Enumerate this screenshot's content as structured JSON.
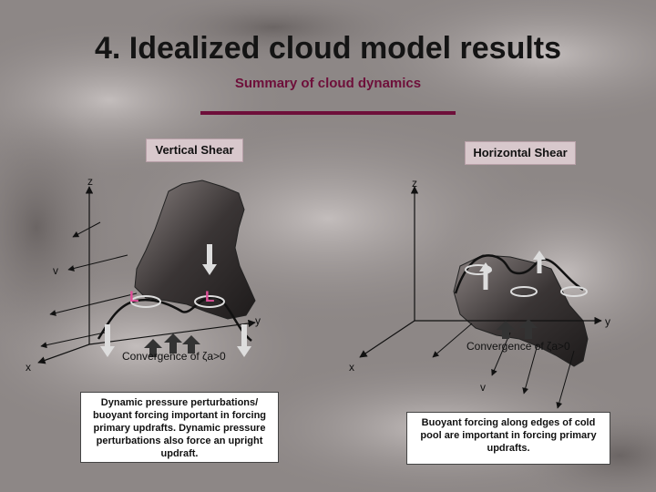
{
  "slide": {
    "title": "4. Idealized cloud model results",
    "subtitle": "Summary of cloud dynamics",
    "colors": {
      "accent": "#6e0f3a",
      "label_box": "#d8c8cc",
      "low_marker": "#e0509a"
    }
  },
  "vertical_shear": {
    "label": "Vertical Shear",
    "axis_z": "z",
    "axis_v": "v",
    "axis_x": "x",
    "axis_y": "y",
    "low_left": "L",
    "low_right": "L",
    "convergence": "Convergence of ζa>0",
    "note": "Dynamic pressure perturbations/ buoyant forcing important in forcing primary updrafts. Dynamic pressure perturbations also force an upright updraft."
  },
  "horizontal_shear": {
    "label": "Horizontal Shear",
    "axis_z": "z",
    "axis_x": "x",
    "axis_y": "y",
    "axis_v": "v",
    "convergence": "Convergence of ζa>0",
    "note": "Buoyant forcing along edges of cold pool are important in forcing primary updrafts."
  }
}
